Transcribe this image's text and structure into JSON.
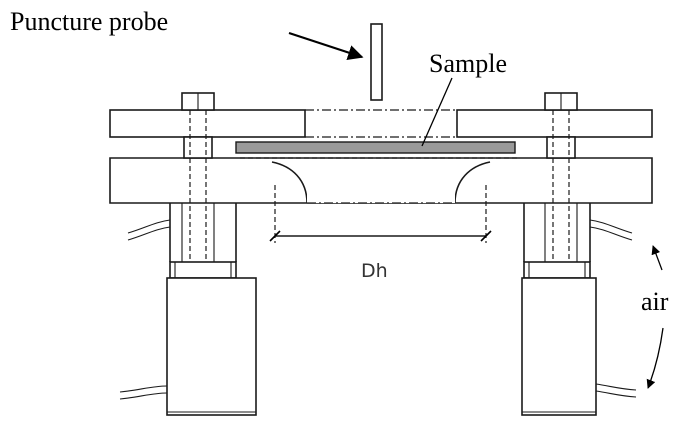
{
  "labels": {
    "probe": "Puncture probe",
    "sample": "Sample",
    "dh": "Dh",
    "air": "air"
  },
  "colors": {
    "line": "#1a1a1a",
    "sample_fill": "#9a9a9a",
    "background": "#ffffff"
  }
}
